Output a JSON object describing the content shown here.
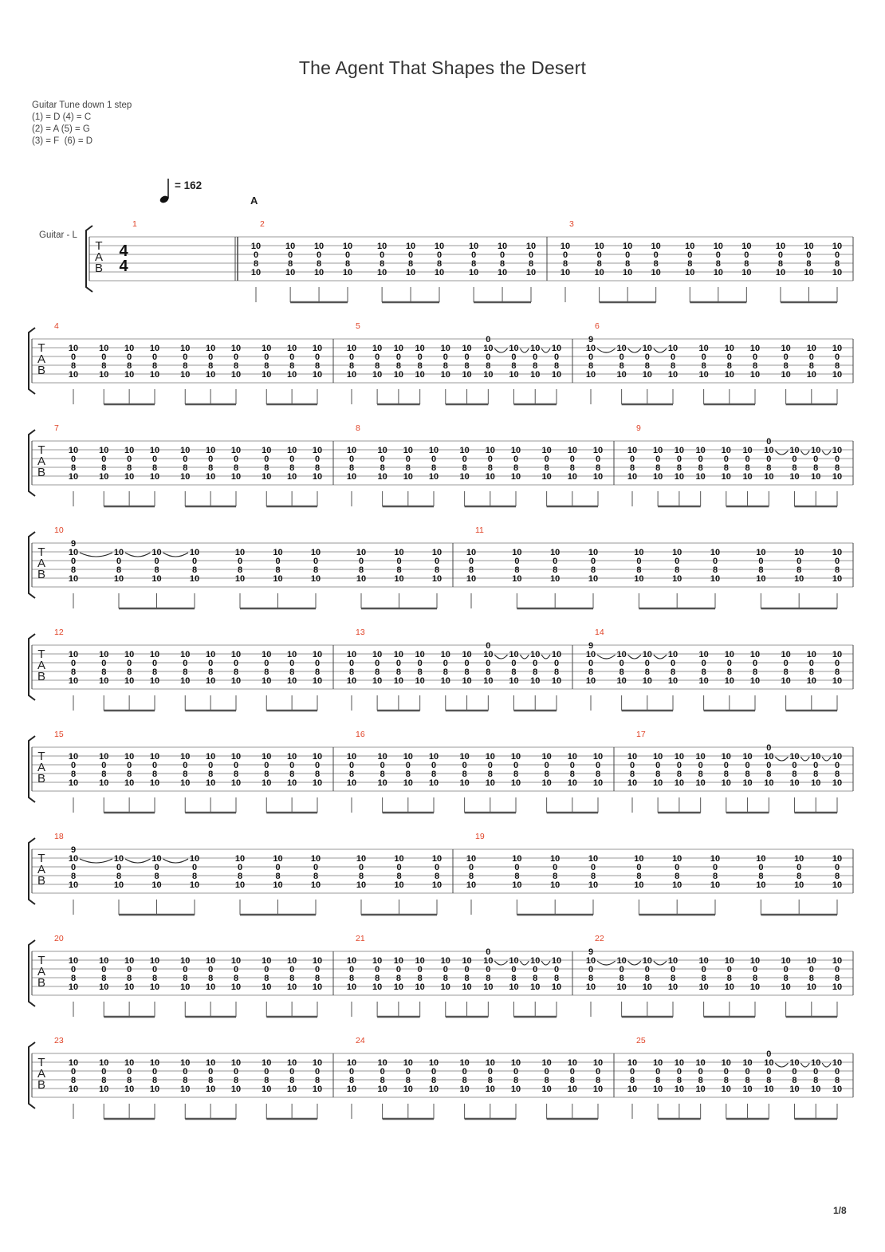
{
  "title": "The Agent That Shapes the Desert",
  "tuning": {
    "heading": "Guitar Tune down 1 step",
    "lines": [
      "(1) = D (4) = C",
      "(2) = A (5) = G",
      "(3) = F  (6) = D"
    ]
  },
  "tempo": {
    "note_icon": "quarter-note-icon",
    "label": "= 162"
  },
  "section_marker": "A",
  "instrument_label": "Guitar - L",
  "time_signature": {
    "top": "4",
    "bottom": "4"
  },
  "tab_clef": [
    "T",
    "A",
    "B"
  ],
  "page_number": "1/8",
  "chord_shape": {
    "string2": "10",
    "string3": "0",
    "string4": "8",
    "string5": "10"
  },
  "measures": [
    {
      "number": "1",
      "type": "rest"
    },
    {
      "number": "2",
      "type": "A"
    },
    {
      "number": "3",
      "type": "A"
    },
    {
      "number": "4",
      "type": "A"
    },
    {
      "number": "5",
      "type": "B"
    },
    {
      "number": "6",
      "type": "C"
    },
    {
      "number": "7",
      "type": "A"
    },
    {
      "number": "8",
      "type": "A"
    },
    {
      "number": "9",
      "type": "B"
    },
    {
      "number": "10",
      "type": "C"
    },
    {
      "number": "11",
      "type": "A"
    },
    {
      "number": "12",
      "type": "A"
    },
    {
      "number": "13",
      "type": "B"
    },
    {
      "number": "14",
      "type": "C"
    },
    {
      "number": "15",
      "type": "A"
    },
    {
      "number": "16",
      "type": "A"
    },
    {
      "number": "17",
      "type": "B"
    },
    {
      "number": "18",
      "type": "C"
    },
    {
      "number": "19",
      "type": "A"
    },
    {
      "number": "20",
      "type": "A"
    },
    {
      "number": "21",
      "type": "B"
    },
    {
      "number": "22",
      "type": "C"
    },
    {
      "number": "23",
      "type": "A"
    },
    {
      "number": "24",
      "type": "A"
    },
    {
      "number": "25",
      "type": "B"
    }
  ],
  "patterns": {
    "A": {
      "description": "ten palm-style chords",
      "tied_to_next": [],
      "top_string": {}
    },
    "B": {
      "description": "chords with open first string on chord 7",
      "tied_to_next": [
        6,
        7,
        8
      ],
      "top_string": {
        "6": "0"
      }
    },
    "C": {
      "description": "chords with 9 on first string on chord 1",
      "tied_to_next": [
        0,
        1,
        2
      ],
      "top_string": {
        "0": "9"
      }
    }
  }
}
